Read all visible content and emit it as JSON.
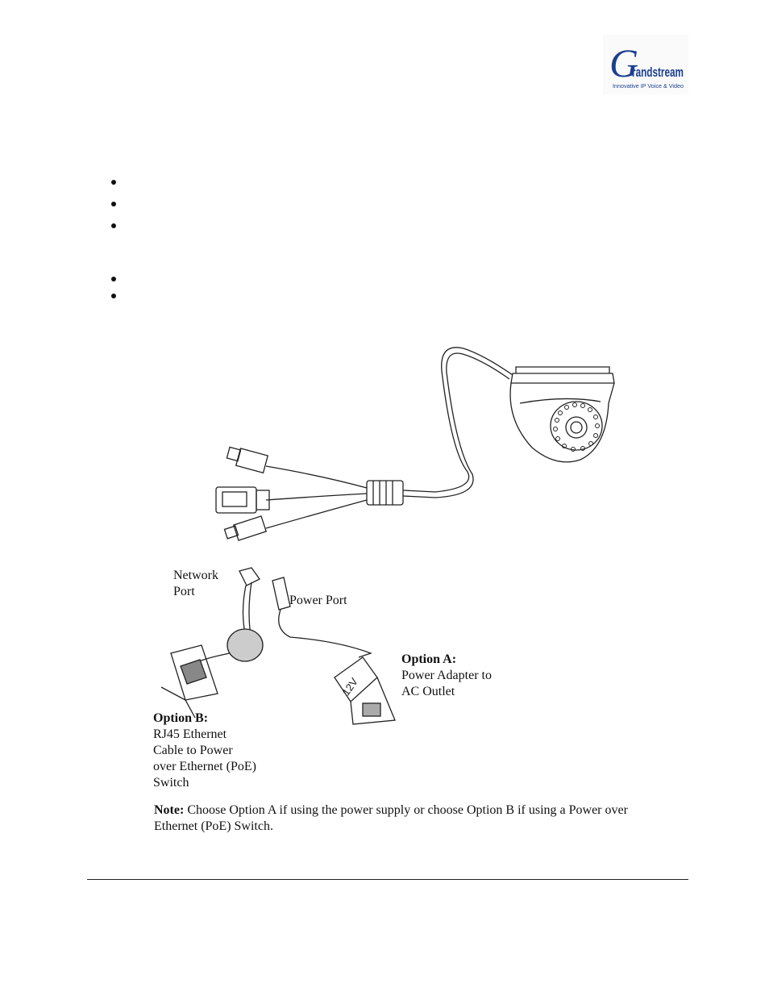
{
  "logo": {
    "brand": "Grandstream",
    "tagline": "Innovative IP Voice & Video"
  },
  "bullet_count_group1": 3,
  "bullet_count_group2": 2,
  "figure": {
    "network_port": [
      "Network",
      "Port"
    ],
    "power_port": "Power Port",
    "option_a_title": "Option A:",
    "option_a_text": [
      "Power Adapter to",
      "AC Outlet"
    ],
    "option_b_title": "Option B:",
    "option_b_text": [
      "RJ45 Ethernet",
      "Cable to Power",
      "over Ethernet (PoE)",
      "Switch"
    ],
    "adapter_label": "12V"
  },
  "note": {
    "label": "Note:",
    "text": " Choose Option A if using the power supply or choose Option B if using a Power over Ethernet (PoE) Switch."
  }
}
